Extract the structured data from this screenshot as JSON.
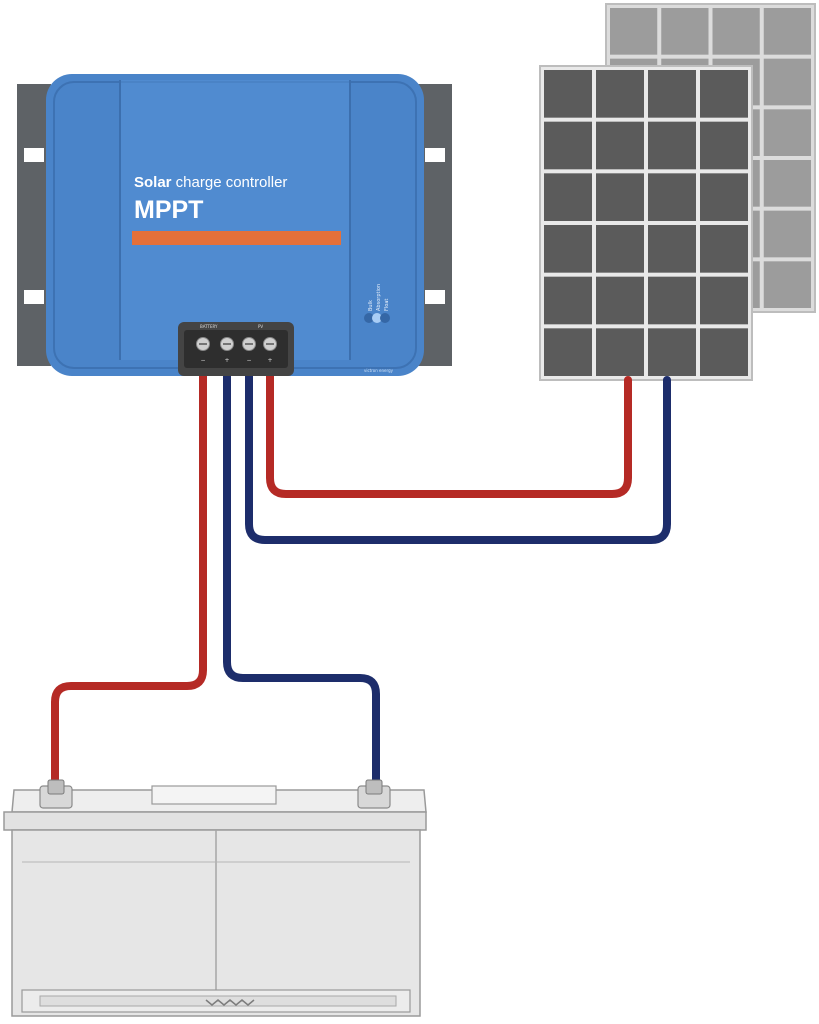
{
  "controller": {
    "title_bold": "Solar",
    "title_rest": " charge controller",
    "model": "MPPT",
    "terminal_labels": {
      "battery": "BATTERY",
      "pv": "PV"
    },
    "terminal_signs": [
      "−",
      "+",
      "−",
      "+"
    ],
    "led_labels": [
      "Bulk",
      "Absorption",
      "Float"
    ],
    "brand": "victron energy",
    "colors": {
      "body": "#4a84c9",
      "stripe": "#e4703a",
      "bracket": "#5e6266"
    }
  },
  "wires": {
    "positive_color": "#b52a25",
    "negative_color": "#1d2d6b"
  },
  "solar_panel": {
    "rows": 6,
    "cols": 4,
    "cell_color": "#5b5b5b",
    "back_cell_color": "#9c9c9c"
  },
  "battery": {
    "body_color": "#e6e6e6",
    "outline_color": "#9a9a9a"
  }
}
